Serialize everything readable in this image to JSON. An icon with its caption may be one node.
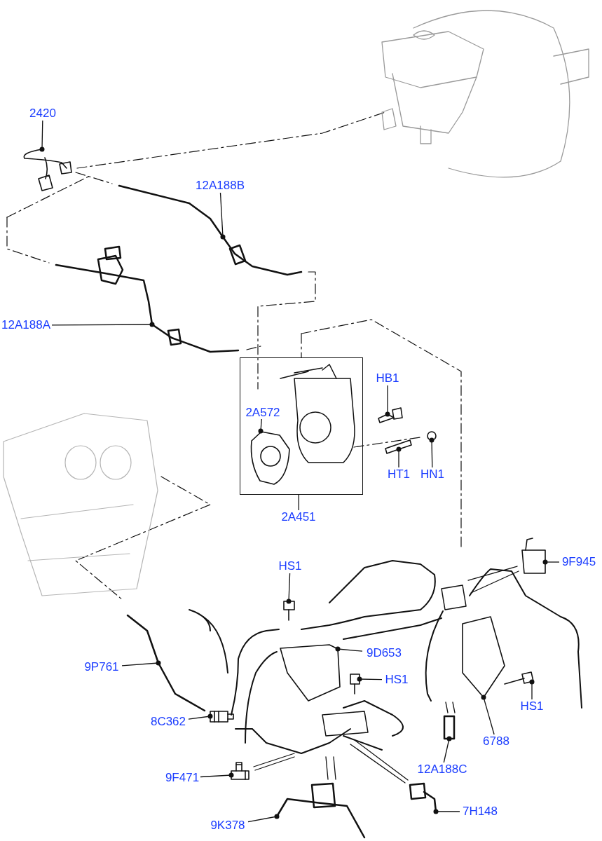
{
  "diagram": {
    "nodes": [
      {
        "text": [
          "2420"
        ]
      },
      {
        "text": [
          "12A188B"
        ]
      },
      {
        "text": [
          "12A188A"
        ]
      },
      {
        "text": [],
        "shape": "box"
      },
      {
        "text": [
          "2A572"
        ],
        "in": 3
      },
      {
        "text": [
          "HB1"
        ]
      },
      {
        "text": [
          "HN1"
        ]
      },
      {
        "text": [
          "HT1"
        ]
      },
      {
        "text": [
          "2A451"
        ]
      },
      {
        "text": [
          "HS1"
        ]
      },
      {
        "text": [
          "9F945"
        ]
      },
      {
        "text": [
          "9D653"
        ]
      },
      {
        "text": [
          "HS1"
        ]
      },
      {
        "text": [
          "9P761"
        ]
      },
      {
        "text": [
          "8C362"
        ]
      },
      {
        "text": [
          "HS1"
        ]
      },
      {
        "text": [
          "6788"
        ]
      },
      {
        "text": [
          "12A188C"
        ]
      },
      {
        "text": [
          "9F471"
        ]
      },
      {
        "text": [
          "7H148"
        ]
      },
      {
        "text": [
          "9K378"
        ]
      },
      {
        "text": [],
        "shape": "picture"
      },
      {
        "text": [],
        "shape": "picture"
      },
      {
        "text": [],
        "shape": "picture"
      },
      {
        "text": [],
        "shape": "picture",
        "in": 3
      },
      {
        "text": [],
        "shape": "picture"
      },
      {
        "text": [],
        "shape": "picture"
      },
      {
        "text": [],
        "shape": "picture"
      },
      {
        "text": [],
        "shape": "picture"
      },
      {
        "text": [],
        "shape": "picture"
      },
      {
        "text": [],
        "shape": "picture"
      },
      {
        "text": [],
        "shape": "picture"
      },
      {
        "text": [],
        "shape": "picture"
      },
      {
        "text": [],
        "shape": "picture"
      },
      {
        "text": [],
        "shape": "picture"
      },
      {
        "text": [],
        "shape": "picture"
      },
      {
        "text": [],
        "shape": "picture"
      },
      {
        "text": [],
        "shape": "picture"
      },
      {
        "text": [],
        "shape": "picture"
      },
      {
        "text": [],
        "shape": "picture"
      }
    ],
    "edges": [
      {
        "from": 0,
        "to": 21,
        "arrow": "other"
      },
      {
        "from": 1,
        "to": 22,
        "arrow": "other"
      },
      {
        "from": 2,
        "to": 23,
        "arrow": "other"
      },
      {
        "from": 4,
        "to": 24,
        "arrow": "other"
      },
      {
        "from": 5,
        "to": 25,
        "arrow": "other"
      },
      {
        "from": 6,
        "to": 26,
        "arrow": "other"
      },
      {
        "from": 7,
        "to": 27,
        "arrow": "other"
      },
      {
        "from": 8,
        "to": 3,
        "arrow": "none"
      },
      {
        "from": 9,
        "to": 28,
        "arrow": "other"
      },
      {
        "from": 10,
        "to": 29,
        "arrow": "other"
      },
      {
        "from": 11,
        "to": 30,
        "arrow": "other"
      },
      {
        "from": 12,
        "to": 31,
        "arrow": "other"
      },
      {
        "from": 13,
        "to": 32,
        "arrow": "other"
      },
      {
        "from": 14,
        "to": 33,
        "arrow": "other"
      },
      {
        "from": 15,
        "to": 34,
        "arrow": "other"
      },
      {
        "from": 16,
        "to": 35,
        "arrow": "other"
      },
      {
        "from": 17,
        "to": 36,
        "arrow": "other"
      },
      {
        "from": 18,
        "to": 37,
        "arrow": "other"
      },
      {
        "from": 19,
        "to": 38,
        "arrow": "other"
      },
      {
        "from": 20,
        "to": 39,
        "arrow": "other"
      }
    ]
  }
}
